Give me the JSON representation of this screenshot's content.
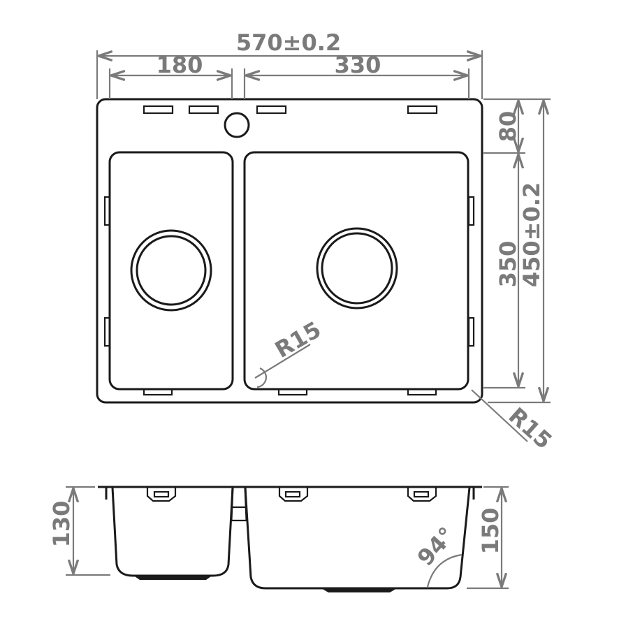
{
  "drawing": {
    "title": "Double bowl sink technical drawing",
    "colors": {
      "outline": "#1a1a1a",
      "dimension": "#7a7a7a",
      "background": "#ffffff"
    },
    "top_view": {
      "dimensions": {
        "overall_width": "570±0.2",
        "left_bowl_width": "180",
        "right_bowl_width": "330",
        "back_ledge": "80",
        "bowl_length": "350",
        "overall_depth": "450±0.2",
        "inner_corner_radius": "R15",
        "outer_corner_radius": "R15"
      }
    },
    "side_view": {
      "dimensions": {
        "left_bowl_depth": "130",
        "right_bowl_depth": "150",
        "wall_angle": "94°"
      }
    }
  }
}
